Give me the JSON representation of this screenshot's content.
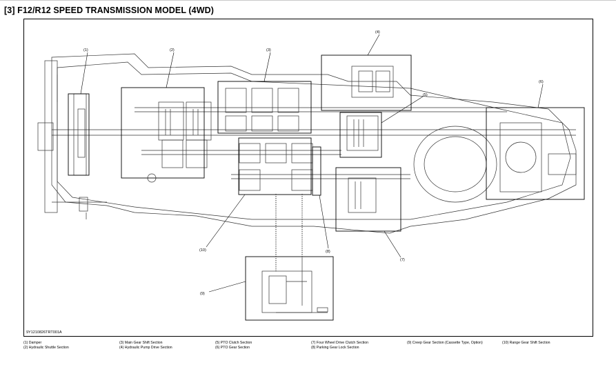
{
  "page": {
    "title": "[3]  F12/R12 SPEED TRANSMISSION MODEL (4WD)"
  },
  "figure": {
    "code": "9Y1210826TRT001A",
    "callouts": [
      "(1)",
      "(2)",
      "(3)",
      "(4)",
      "(5)",
      "(6)",
      "(7)",
      "(8)",
      "(9)",
      "(10)"
    ]
  },
  "legend": {
    "items": [
      "(1)   Damper",
      "(2)   Hydraulic Shuttle Section",
      "(3)   Main Gear Shift Section",
      "(4)   Hydraulic Pump Drive Section",
      "(5)   PTO Clutch Section",
      "(6)   PTO Gear Section",
      "(7)   Four Wheel Drive Clutch Section",
      "(8)   Parking Gear Lock Section",
      "(9)   Creep Gear Section (Cassette Type, Option)",
      "(10)  Range Gear Shift Section"
    ]
  }
}
